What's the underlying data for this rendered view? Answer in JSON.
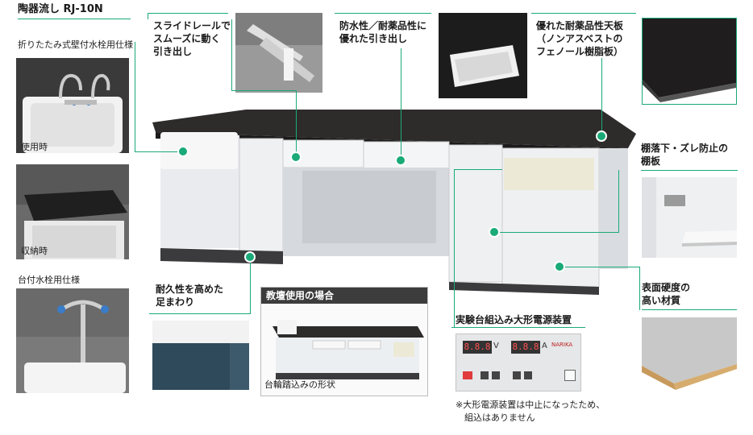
{
  "product_title": "陶器流し RJ-10N",
  "product_subtitle": "折りたたみ式壁付水栓用仕様",
  "photo_captions": {
    "in_use": "使用時",
    "stored": "収納時"
  },
  "faucet_spec": "台付水栓用仕様",
  "features": {
    "slide_rail": "スライドレールで\nスムーズに動く\n引き出し",
    "waterproof_drawer": "防水性／耐薬品性に\n優れた引き出し",
    "top_board": "優れた耐薬品性天板\n（ノンアスベストの\nフェノール樹脂板）",
    "shelf": "棚落下・ズレ防止の\n棚板",
    "durable_base": "耐久性を高めた\n足まわり",
    "surface": "表面硬度の\n高い材質",
    "power_unit": "実験台組込み大形電源装置"
  },
  "podium": {
    "title": "教壇使用の場合",
    "caption": "台輪踏込みの形状"
  },
  "power_panel": {
    "voltage_unit": "V",
    "current_unit": "A",
    "brand": "NARIKA"
  },
  "footnote": "※大形電源装置は中止になったため、\n　組込はありません",
  "colors": {
    "accent": "#1aaa78",
    "countertop": "#2e2b2b",
    "cabinet": "#eeeff1",
    "plinth": "#3b3b3d"
  }
}
